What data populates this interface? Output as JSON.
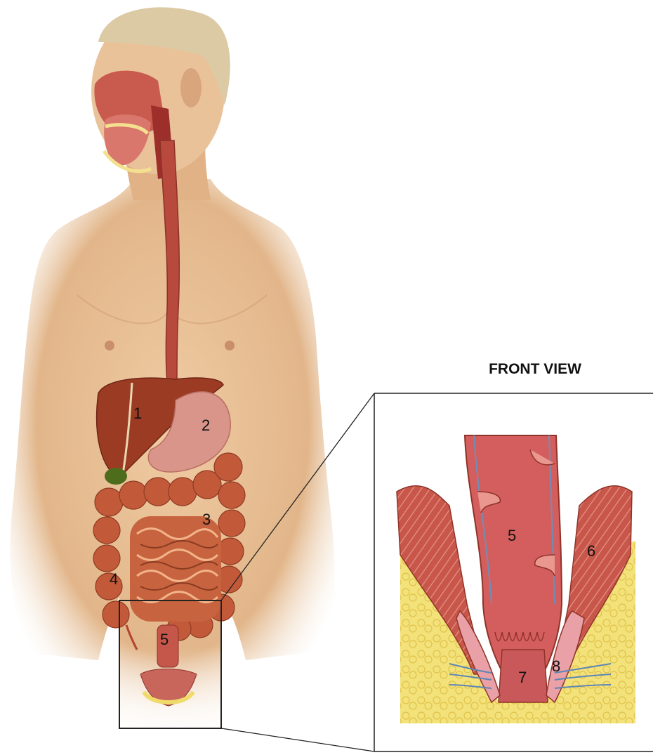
{
  "inset": {
    "title": "FRONT VIEW"
  },
  "body_labels": [
    "1",
    "2",
    "3",
    "4",
    "5"
  ],
  "inset_labels": [
    "5",
    "6",
    "7",
    "8"
  ],
  "colors": {
    "skin": "#e7bf95",
    "skin_shadow": "#c9966b",
    "hair": "#d8c8a6",
    "organ_red": "#b5473a",
    "liver": "#9c3b24",
    "stomach": "#d9958a",
    "intestine": "#c25a3a",
    "fat": "#f1e070",
    "mucosa": "#d96a6c",
    "frame": "#222222"
  }
}
